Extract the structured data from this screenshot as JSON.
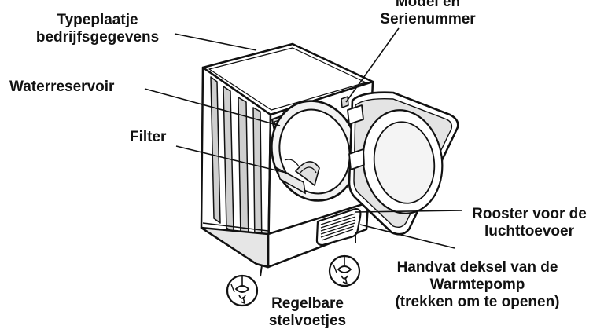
{
  "labels": {
    "typeplaatje": {
      "line1": "Typeplaatje",
      "line2": "bedrijfsgegevens"
    },
    "model": {
      "line1": "Model en",
      "line2": "Serienummer"
    },
    "waterreservoir": {
      "line1": "Waterreservoir"
    },
    "filter": {
      "line1": "Filter"
    },
    "rooster": {
      "line1": "Rooster voor de",
      "line2": "luchttoevoer"
    },
    "handvat": {
      "line1": "Handvat deksel van de",
      "line2": "Warmtepomp",
      "line3": "(trekken om te openen)"
    },
    "stelvoetjes": {
      "line1": "Regelbare",
      "line2": "stelvoetjes"
    }
  },
  "colors": {
    "ink": "#111111",
    "paper": "#ffffff",
    "shade": "#bdbdbd",
    "light_shade": "#dcdcdc"
  }
}
